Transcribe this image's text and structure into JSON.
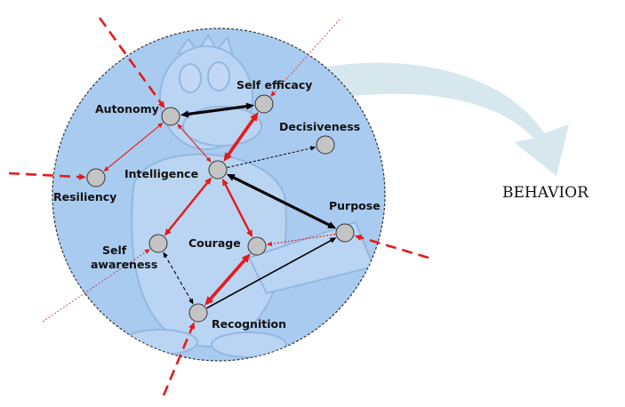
{
  "colors": {
    "circle_fill": "#a9cbf0",
    "circle_stroke": "#333333",
    "red": "#e31b1b",
    "black": "#000000",
    "node_fill": "#c4c4c4",
    "node_stroke": "#333333",
    "arrow_fill": "#d6e8ee"
  },
  "behavior_label": "BEHAVIOR",
  "nodes": [
    {
      "id": "autonomy",
      "label": "Autonomy"
    },
    {
      "id": "self_efficacy",
      "label": "Self  efficacy"
    },
    {
      "id": "decisiveness",
      "label": "Decisiveness"
    },
    {
      "id": "intelligence",
      "label": "Intelligence"
    },
    {
      "id": "resiliency",
      "label": "Resiliency"
    },
    {
      "id": "purpose",
      "label": "Purpose"
    },
    {
      "id": "self_awareness",
      "label": "Self",
      "label2": "awareness"
    },
    {
      "id": "courage",
      "label": "Courage"
    },
    {
      "id": "recognition",
      "label": "Recognition"
    }
  ],
  "edges": [
    {
      "from": "autonomy",
      "to": "self_efficacy",
      "style": "black-thick",
      "dir": "both"
    },
    {
      "from": "intelligence",
      "to": "self_efficacy",
      "style": "red-thick",
      "dir": "both"
    },
    {
      "from": "intelligence",
      "to": "decisiveness",
      "style": "black-dotted",
      "dir": "forward"
    },
    {
      "from": "intelligence",
      "to": "purpose",
      "style": "black-thick",
      "dir": "both"
    },
    {
      "from": "autonomy",
      "to": "intelligence",
      "style": "red-thin",
      "dir": "both"
    },
    {
      "from": "autonomy",
      "to": "resiliency",
      "style": "red-thin",
      "dir": "both"
    },
    {
      "from": "intelligence",
      "to": "self_awareness",
      "style": "red-medium",
      "dir": "both"
    },
    {
      "from": "intelligence",
      "to": "courage",
      "style": "red-medium",
      "dir": "both"
    },
    {
      "from": "purpose",
      "to": "courage",
      "style": "red-dotted",
      "dir": "forward"
    },
    {
      "from": "courage",
      "to": "recognition",
      "style": "red-thick",
      "dir": "both"
    },
    {
      "from": "recognition",
      "to": "purpose",
      "style": "black-medium",
      "dir": "forward"
    },
    {
      "from": "self_awareness",
      "to": "recognition",
      "style": "black-dashed",
      "dir": "both"
    }
  ],
  "external_inputs": [
    {
      "target": "autonomy",
      "style": "red-dashed-thick"
    },
    {
      "target": "self_efficacy",
      "style": "red-dotted-thin"
    },
    {
      "target": "resiliency",
      "style": "red-dashed-thick"
    },
    {
      "target": "purpose",
      "style": "red-dashed-thick"
    },
    {
      "target": "recognition",
      "style": "red-dashed-thick"
    },
    {
      "target": "self_awareness",
      "style": "red-dotted-thin"
    }
  ]
}
